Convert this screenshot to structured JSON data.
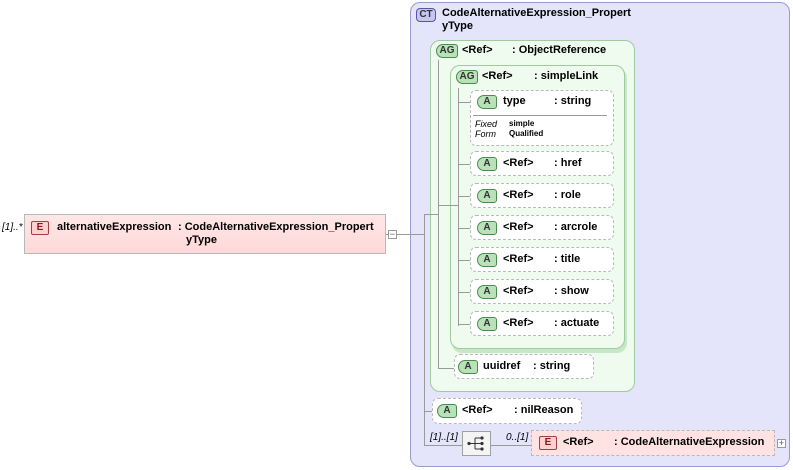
{
  "main_element": {
    "cardinality": "[1]..*",
    "badge": "E",
    "name": "alternativeExpression",
    "type_line1": ": CodeAlternativeExpression_Propert",
    "type_line2": "yType",
    "expand": "−"
  },
  "complex_type": {
    "badge": "CT",
    "title_line1": "CodeAlternativeExpression_Propert",
    "title_line2": "yType"
  },
  "object_reference_group": {
    "badge": "AG",
    "ref": "<Ref>",
    "type": ": ObjectReference"
  },
  "simple_link_group": {
    "badge": "AG",
    "ref": "<Ref>",
    "type": ": simpleLink"
  },
  "type_attribute": {
    "badge": "A",
    "name": "type",
    "type": ": string",
    "fixed_label": "Fixed",
    "fixed_value": "simple",
    "form_label": "Form",
    "form_value": "Qualified"
  },
  "link_attributes": [
    {
      "badge": "A",
      "ref": "<Ref>",
      "name": ": href"
    },
    {
      "badge": "A",
      "ref": "<Ref>",
      "name": ": role"
    },
    {
      "badge": "A",
      "ref": "<Ref>",
      "name": ": arcrole"
    },
    {
      "badge": "A",
      "ref": "<Ref>",
      "name": ": title"
    },
    {
      "badge": "A",
      "ref": "<Ref>",
      "name": ": show"
    },
    {
      "badge": "A",
      "ref": "<Ref>",
      "name": ": actuate"
    }
  ],
  "uuidref_attribute": {
    "badge": "A",
    "name": "uuidref",
    "type": ": string"
  },
  "nilreason_attribute": {
    "badge": "A",
    "ref": "<Ref>",
    "name": ": nilReason"
  },
  "sequence": {
    "cardinality": "[1]..[1]",
    "child_cardinality": "0..[1]"
  },
  "last_element": {
    "badge": "E",
    "ref": "<Ref>",
    "name": ": CodeAlternativeExpression",
    "expand": "+"
  }
}
